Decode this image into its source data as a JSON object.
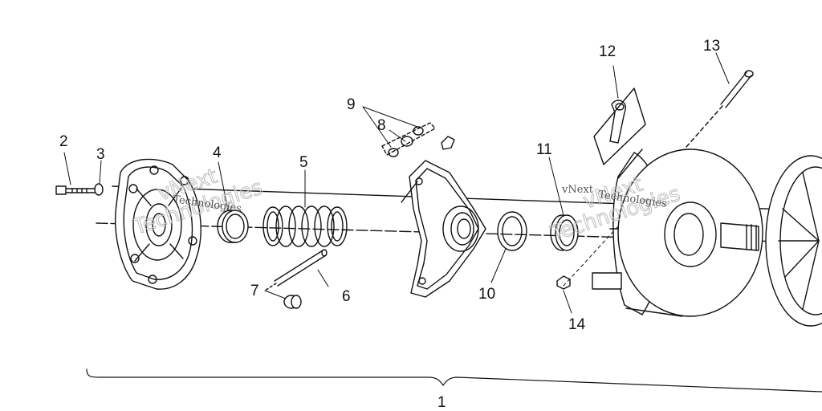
{
  "diagram": {
    "callouts": {
      "c1": "1",
      "c2": "2",
      "c3": "3",
      "c4": "4",
      "c5": "5",
      "c6": "6",
      "c7": "7",
      "c8": "8",
      "c9": "9",
      "c10": "10",
      "c11": "11",
      "c12": "12",
      "c13": "13",
      "c14": "14"
    },
    "watermarks": {
      "left_brand": "vNext",
      "left_name": "Technologies",
      "right_brand": "vNext",
      "right_name": "Technologies"
    },
    "colors": {
      "line": "#111111",
      "watermark": "#bdbdbd"
    }
  }
}
